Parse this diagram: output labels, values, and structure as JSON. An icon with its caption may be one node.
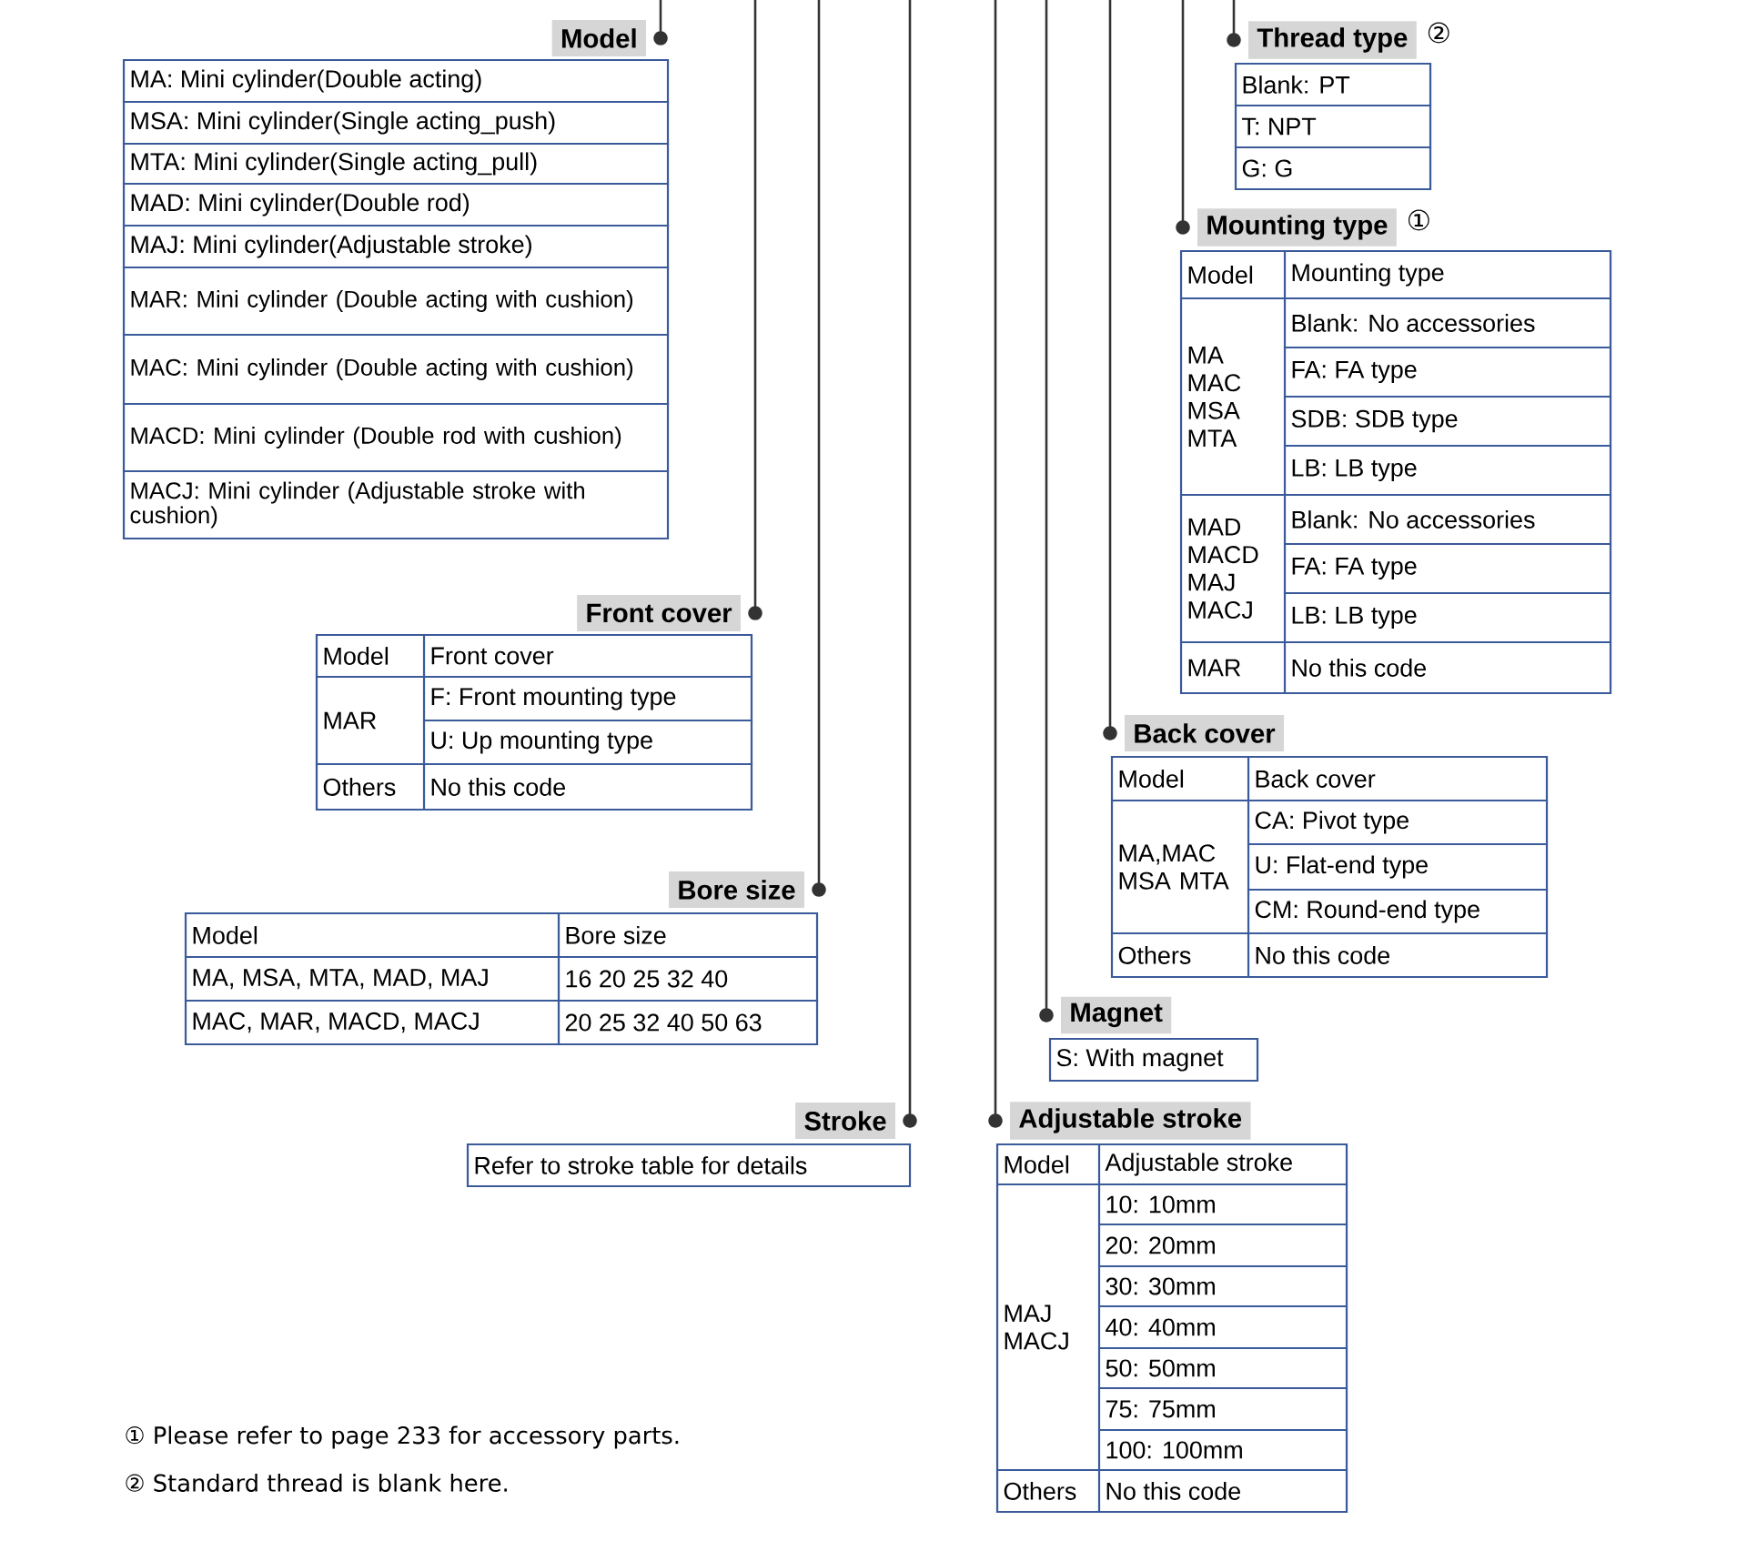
{
  "diagram": {
    "nodes": [
      {
        "text": [
          "Model"
        ]
      },
      {
        "text": [
          "MA: Mini cylinder(Double acting)",
          "MSA: Mini cylinder(Single acting_push)",
          "MTA: Mini cylinder(Single acting_pull)",
          "MAD: Mini cylinder(Double rod)",
          "MAJ: Mini cylinder(Adjustable stroke)",
          "MAR: Mini cylinder (Double acting with cushion)",
          "MAC: Mini cylinder (Double acting with cushion)",
          "MACD: Mini cylinder (Double rod with cushion)",
          "MACJ: Mini cylinder (Adjustable stroke with cushion)"
        ]
      },
      {
        "text": [
          "Thread type"
        ],
        "beside": [
          "②"
        ]
      },
      {
        "text": [
          "Blank: PT",
          "T: NPT",
          "G: G"
        ]
      },
      {
        "text": [
          "Mounting type"
        ],
        "beside": [
          "①"
        ]
      },
      {
        "text": [
          "Model",
          "Mounting type",
          "MA MAC MSA MTA",
          "Blank: No accessories",
          "FA: FA type",
          "SDB: SDB type",
          "LB: LB type",
          "MAD MACD MAJ MACJ",
          "Blank: No accessories",
          "FA: FA type",
          "LB: LB type",
          "MAR",
          "No this code"
        ]
      },
      {
        "text": [
          "Front cover"
        ]
      },
      {
        "text": [
          "Model",
          "Front cover",
          "MAR",
          "F: Front mounting type",
          "U: Up mounting type",
          "Others",
          "No this code"
        ]
      },
      {
        "text": [
          "Back cover"
        ]
      },
      {
        "text": [
          "Model",
          "Back cover",
          "MA,MAC MSA MTA",
          "CA: Pivot type",
          "U: Flat-end type",
          "CM: Round-end type",
          "Others",
          "No this code"
        ]
      },
      {
        "text": [
          "Bore size"
        ]
      },
      {
        "text": [
          "Model",
          "Bore size",
          "MA, MSA, MTA, MAD, MAJ",
          "16 20 25 32 40",
          "MAC, MAR, MACD, MACJ",
          "20 25 32 40 50 63"
        ]
      },
      {
        "text": [
          "Magnet"
        ]
      },
      {
        "text": [
          "S: With magnet"
        ]
      },
      {
        "text": [
          "Stroke"
        ]
      },
      {
        "text": [
          "Refer to stroke table for details"
        ]
      },
      {
        "text": [
          "Adjustable stroke"
        ]
      },
      {
        "text": [
          "Model",
          "Adjustable stroke",
          "MAJ MACJ",
          "10: 10mm",
          "20: 20mm",
          "30: 30mm",
          "40: 40mm",
          "50: 50mm",
          "75: 75mm",
          "100: 100mm",
          "Others",
          "No this code"
        ]
      }
    ],
    "edges": [
      {
        "from": null,
        "to": 0,
        "arrow": "other"
      },
      {
        "from": null,
        "to": 6,
        "arrow": "other"
      },
      {
        "from": null,
        "to": 10,
        "arrow": "other"
      },
      {
        "from": null,
        "to": 14,
        "arrow": "other"
      },
      {
        "from": null,
        "to": 16,
        "arrow": "other"
      },
      {
        "from": null,
        "to": 12,
        "arrow": "other"
      },
      {
        "from": null,
        "to": 8,
        "arrow": "other"
      },
      {
        "from": null,
        "to": 4,
        "arrow": "other"
      },
      {
        "from": null,
        "to": 2,
        "arrow": "other"
      }
    ],
    "labels": [
      "① Please refer to page 233 for accessory parts.",
      "② Standard thread is blank here."
    ]
  }
}
